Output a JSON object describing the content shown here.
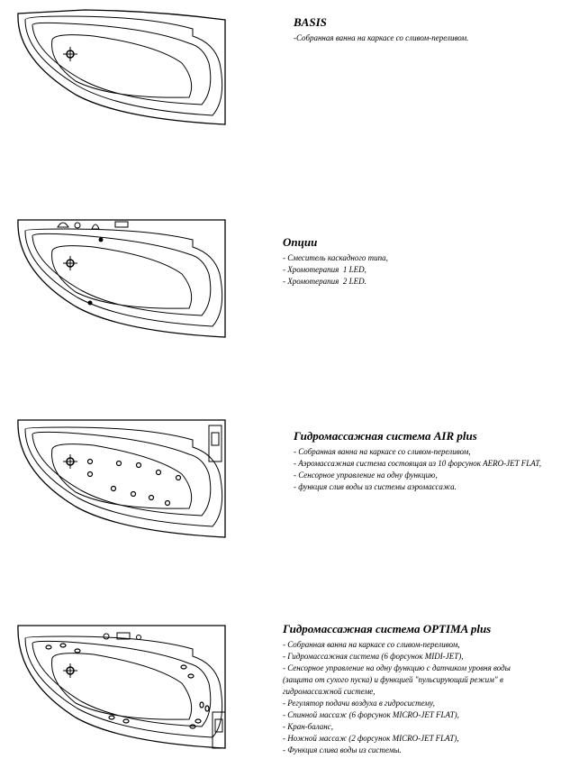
{
  "sections": [
    {
      "title": "BASIS",
      "items": [
        "-Собранная ванна на каркасе со сливом-переливом."
      ]
    },
    {
      "title": "Опции",
      "items": [
        "- Смеситель каскадного типа,",
        "- Хромотерапия  1 LED,",
        "- Хромотерапия  2 LED."
      ]
    },
    {
      "title": "Гидромассажная система AIR plus",
      "items": [
        "- Собранная ванна на каркасе со сливом-переливом,",
        "- Аэромассажная система состоящая из 10 форсунок AERO-JET FLAT,",
        "- Сенсорное управление на одну функцию,",
        "- функция слив воды из системы аэромассажа."
      ]
    },
    {
      "title": "Гидромассажная система OPTIMA plus",
      "items": [
        "- Собранная ванна на каркасе со сливом-переливом,",
        "- Гидромассажная система (6 форсунок MIDI-JET),",
        "- Сенсорное управление на одну функцию с датчиком уровня воды",
        "(защита от сухого пуска) и функцией \"пульсирующий режим\" в",
        "гидромассажной системе,",
        "- Регулятор подачи воздуха в гидросистему,",
        "- Спинной массаж (6 форсунок MICRO-JET FLAT),",
        "- Кран-баланс,",
        "- Ножной массаж (2 форсунок MICRO-JET FLAT),",
        "- Функция слива воды из системы."
      ]
    }
  ]
}
